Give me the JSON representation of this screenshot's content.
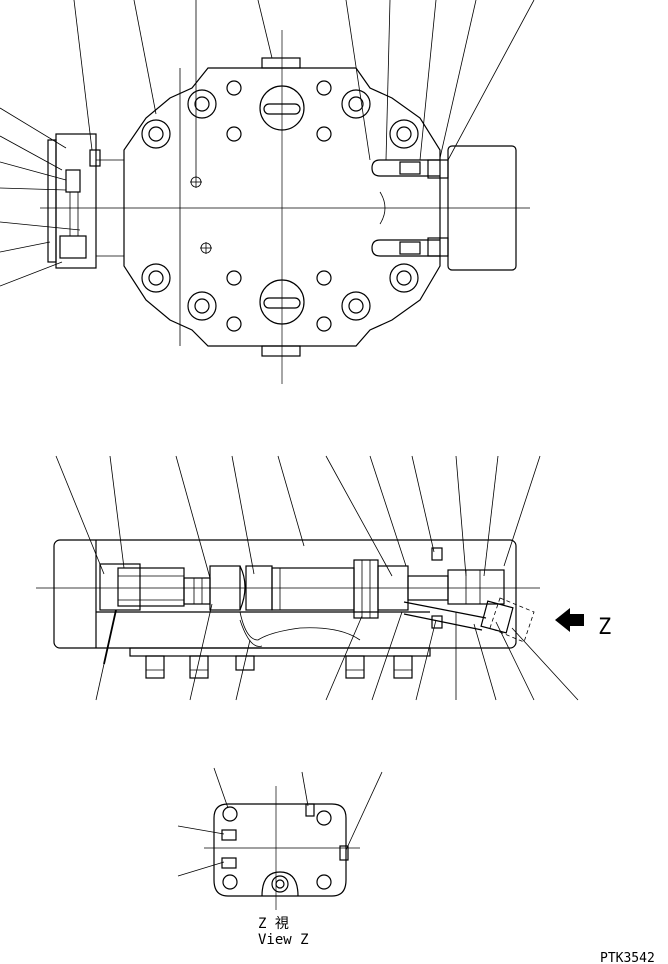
{
  "drawing": {
    "view_label_jp": "Z 視",
    "view_label_en": "View Z",
    "arrow_label": "Z",
    "drawing_code": "PTK3542"
  }
}
